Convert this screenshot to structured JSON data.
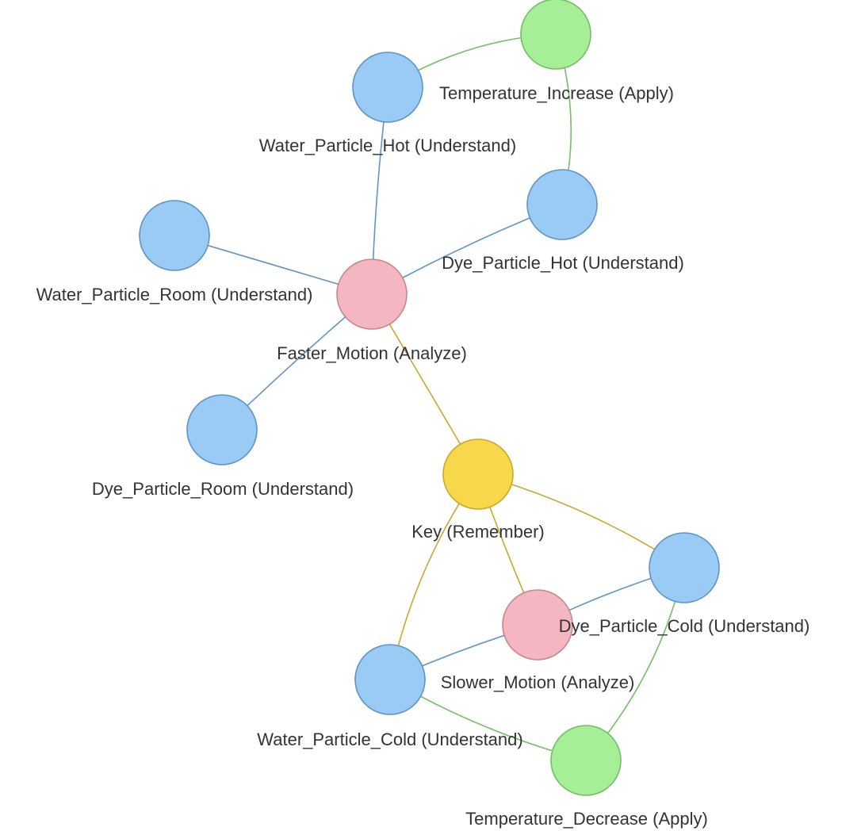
{
  "legend_colors": {
    "Remember": "#f8d84b",
    "Understand": "#99cbf5",
    "Apply": "#a6ee98",
    "Analyze": "#f4b6c0"
  },
  "stroke_colors": {
    "Remember": "#c9a82a",
    "Understand": "#5f95c4",
    "Apply": "#72c063",
    "Analyze": "#c9858f"
  },
  "nodes": [
    {
      "id": "temperature_increase",
      "label": "Temperature_Increase (Apply)",
      "level": "Apply"
    },
    {
      "id": "water_particle_hot",
      "label": "Water_Particle_Hot (Understand)",
      "level": "Understand"
    },
    {
      "id": "dye_particle_hot",
      "label": "Dye_Particle_Hot (Understand)",
      "level": "Understand"
    },
    {
      "id": "water_particle_room",
      "label": "Water_Particle_Room (Understand)",
      "level": "Understand"
    },
    {
      "id": "faster_motion",
      "label": "Faster_Motion (Analyze)",
      "level": "Analyze"
    },
    {
      "id": "dye_particle_room",
      "label": "Dye_Particle_Room (Understand)",
      "level": "Understand"
    },
    {
      "id": "key",
      "label": "Key (Remember)",
      "level": "Remember"
    },
    {
      "id": "dye_particle_cold",
      "label": "Dye_Particle_Cold (Understand)",
      "level": "Understand"
    },
    {
      "id": "slower_motion",
      "label": "Slower_Motion (Analyze)",
      "level": "Analyze"
    },
    {
      "id": "water_particle_cold",
      "label": "Water_Particle_Cold (Understand)",
      "level": "Understand"
    },
    {
      "id": "temperature_decrease",
      "label": "Temperature_Decrease (Apply)",
      "level": "Apply"
    }
  ],
  "edges": [
    {
      "from": "water_particle_hot",
      "to": "temperature_increase",
      "color": "Apply"
    },
    {
      "from": "temperature_increase",
      "to": "dye_particle_hot",
      "color": "Apply"
    },
    {
      "from": "water_particle_hot",
      "to": "faster_motion",
      "color": "Understand"
    },
    {
      "from": "water_particle_room",
      "to": "faster_motion",
      "color": "Understand"
    },
    {
      "from": "dye_particle_hot",
      "to": "faster_motion",
      "color": "Understand"
    },
    {
      "from": "dye_particle_room",
      "to": "faster_motion",
      "color": "Understand"
    },
    {
      "from": "faster_motion",
      "to": "key",
      "color": "Remember"
    },
    {
      "from": "key",
      "to": "dye_particle_cold",
      "color": "Remember"
    },
    {
      "from": "key",
      "to": "slower_motion",
      "color": "Remember"
    },
    {
      "from": "key",
      "to": "water_particle_cold",
      "color": "Remember"
    },
    {
      "from": "dye_particle_cold",
      "to": "slower_motion",
      "color": "Understand"
    },
    {
      "from": "slower_motion",
      "to": "water_particle_cold",
      "color": "Understand"
    },
    {
      "from": "water_particle_cold",
      "to": "temperature_decrease",
      "color": "Apply"
    },
    {
      "from": "dye_particle_cold",
      "to": "temperature_decrease",
      "color": "Apply"
    }
  ]
}
